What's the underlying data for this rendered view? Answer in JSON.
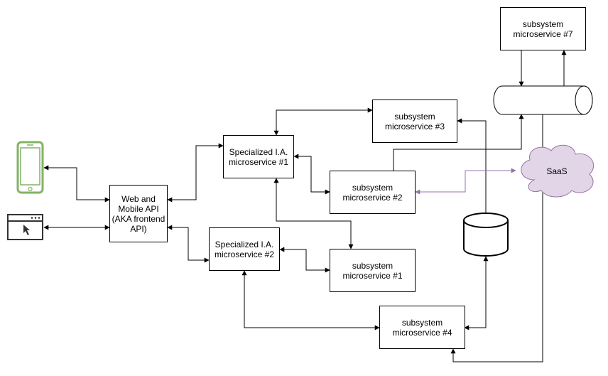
{
  "nodes": {
    "frontend_api": "Web and\nMobile API\n(AKA frontend\nAPI)",
    "ia1": "Specialized I.A.\nmicroservice #1",
    "ia2": "Specialized I.A.\nmicroservice #2",
    "sub1": "subsystem\nmicroservice #1",
    "sub2": "subsystem\nmicroservice #2",
    "sub3": "subsystem\nmicroservice #3",
    "sub4": "subsystem\nmicroservice #4",
    "sub7": "subsystem\nmicroservice #7",
    "saas": "SaaS"
  },
  "icons": {
    "mobile": "mobile-phone-icon",
    "browser": "web-browser-icon",
    "database": "database-icon",
    "queue": "message-queue-icon",
    "cloud": "cloud-icon"
  },
  "colors": {
    "line": "#000000",
    "phone": "#82b366",
    "phone_fill": "#ffffff",
    "saas_fill": "#e1d5e7",
    "saas_stroke": "#9673a6",
    "saas_edge": "#9673a6",
    "browser": "#333333"
  }
}
